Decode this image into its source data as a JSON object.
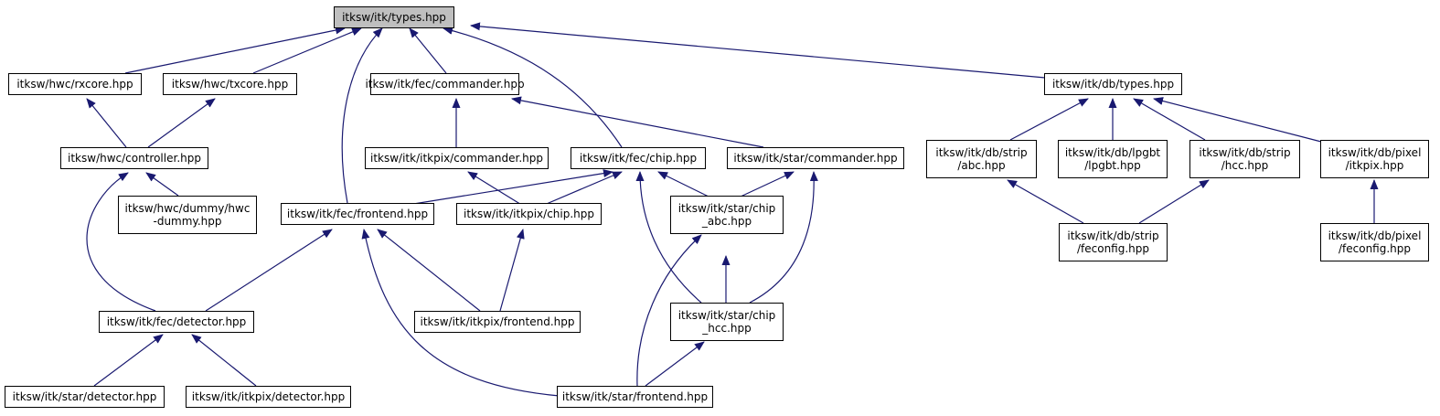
{
  "colors": {
    "edge": "#191970",
    "root_fill": "#bfbfbf",
    "node_fill": "#ffffff",
    "border": "#000000"
  },
  "nodes": {
    "types": {
      "lines": [
        "itksw/itk/types.hpp"
      ]
    },
    "rxcore": {
      "lines": [
        "itksw/hwc/rxcore.hpp"
      ]
    },
    "txcore": {
      "lines": [
        "itksw/hwc/txcore.hpp"
      ]
    },
    "fec_commander": {
      "lines": [
        "itksw/itk/fec/commander.hpp"
      ]
    },
    "db_types": {
      "lines": [
        "itksw/itk/db/types.hpp"
      ]
    },
    "controller": {
      "lines": [
        "itksw/hwc/controller.hpp"
      ]
    },
    "itkpix_commander": {
      "lines": [
        "itksw/itk/itkpix/commander.hpp"
      ]
    },
    "fec_chip": {
      "lines": [
        "itksw/itk/fec/chip.hpp"
      ]
    },
    "star_commander": {
      "lines": [
        "itksw/itk/star/commander.hpp"
      ]
    },
    "strip_abc": {
      "lines": [
        "itksw/itk/db/strip",
        "/abc.hpp"
      ]
    },
    "lpgbt": {
      "lines": [
        "itksw/itk/db/lpgbt",
        "/lpgbt.hpp"
      ]
    },
    "strip_hcc": {
      "lines": [
        "itksw/itk/db/strip",
        "/hcc.hpp"
      ]
    },
    "pixel_itkpix": {
      "lines": [
        "itksw/itk/db/pixel",
        "/itkpix.hpp"
      ]
    },
    "hwc_dummy": {
      "lines": [
        "itksw/hwc/dummy/hwc",
        "-dummy.hpp"
      ]
    },
    "fec_frontend": {
      "lines": [
        "itksw/itk/fec/frontend.hpp"
      ]
    },
    "itkpix_chip": {
      "lines": [
        "itksw/itk/itkpix/chip.hpp"
      ]
    },
    "star_chip_abc": {
      "lines": [
        "itksw/itk/star/chip",
        "_abc.hpp"
      ]
    },
    "strip_feconfig": {
      "lines": [
        "itksw/itk/db/strip",
        "/feconfig.hpp"
      ]
    },
    "pixel_feconfig": {
      "lines": [
        "itksw/itk/db/pixel",
        "/feconfig.hpp"
      ]
    },
    "fec_detector": {
      "lines": [
        "itksw/itk/fec/detector.hpp"
      ]
    },
    "itkpix_frontend": {
      "lines": [
        "itksw/itk/itkpix/frontend.hpp"
      ]
    },
    "star_chip_hcc": {
      "lines": [
        "itksw/itk/star/chip",
        "_hcc.hpp"
      ]
    },
    "star_detector": {
      "lines": [
        "itksw/itk/star/detector.hpp"
      ]
    },
    "itkpix_detector": {
      "lines": [
        "itksw/itk/itkpix/detector.hpp"
      ]
    },
    "star_frontend": {
      "lines": [
        "itksw/itk/star/frontend.hpp"
      ]
    }
  }
}
